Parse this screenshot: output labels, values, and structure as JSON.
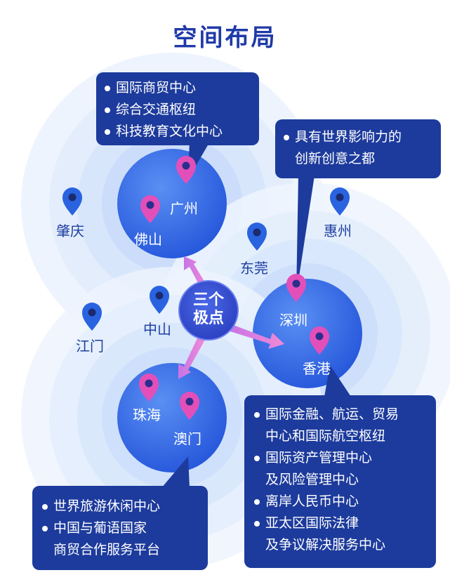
{
  "title": "空间布局",
  "center": {
    "line1": "三个",
    "line2": "极点"
  },
  "cities": {
    "guangzhou": "广州",
    "foshan": "佛山",
    "shenzhen": "深圳",
    "hongkong": "香港",
    "zhuhai": "珠海",
    "macau": "澳门",
    "zhaoqing": "肇庆",
    "dongguan": "东莞",
    "huizhou": "惠州",
    "zhongshan": "中山",
    "jiangmen": "江门"
  },
  "callouts": {
    "guangzhou": [
      "国际商贸中心",
      "综合交通枢纽",
      "科技教育文化中心"
    ],
    "shenzhen": {
      "line1": "具有世界影响力的",
      "line2": "创新创意之都"
    },
    "hongkong": [
      {
        "line1": "国际金融、航运、贸易",
        "line2": "中心和国际航空枢纽"
      },
      {
        "line1": "国际资产管理中心",
        "line2": "及风险管理中心"
      },
      {
        "line1": "离岸人民币中心",
        "line2": ""
      },
      {
        "line1": "亚太区国际法律",
        "line2": "及争议解决服务中心"
      }
    ],
    "macau": [
      {
        "line1": "世界旅游休闲中心",
        "line2": ""
      },
      {
        "line1": "中国与葡语国家",
        "line2": "商贸合作服务平台"
      }
    ]
  },
  "colors": {
    "title": "#1f3aa8",
    "callout_bg": "#1d3b9c",
    "pole_circle": "#2f63e6",
    "halo": "#dce8fb",
    "pin_pink": "#e34fb9",
    "pin_blue": "#2a63e0",
    "arrow": "#e57ad9"
  },
  "icons": {
    "city_marker": "map-pin-icon",
    "bullet": "bullet-dot-icon"
  }
}
